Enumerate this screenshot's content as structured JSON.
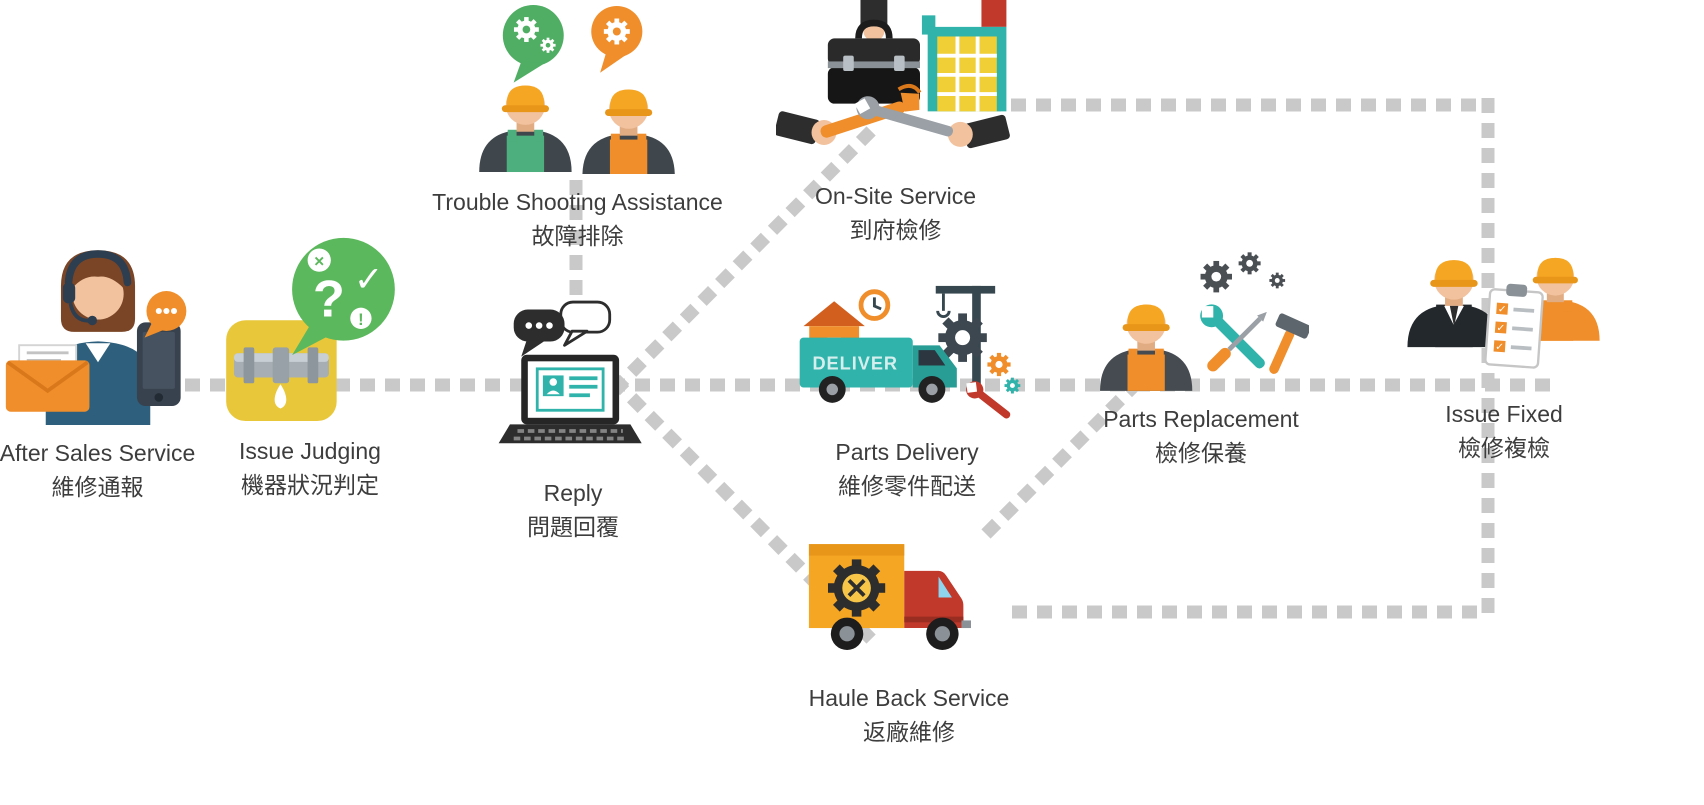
{
  "diagram": {
    "nodes": [
      {
        "id": "after-sales-service",
        "label_en": "After Sales Service",
        "label_zh": "維修通報"
      },
      {
        "id": "issue-judging",
        "label_en": "Issue Judging",
        "label_zh": "機器狀況判定"
      },
      {
        "id": "trouble-shooting-assistance",
        "label_en": "Trouble Shooting Assistance",
        "label_zh": "故障排除"
      },
      {
        "id": "reply",
        "label_en": "Reply",
        "label_zh": "問題回覆"
      },
      {
        "id": "on-site-service",
        "label_en": "On-Site Service",
        "label_zh": "到府檢修"
      },
      {
        "id": "parts-delivery",
        "label_en": "Parts Delivery",
        "label_zh": "維修零件配送"
      },
      {
        "id": "haule-back-service",
        "label_en": "Haule Back Service",
        "label_zh": "返廠維修"
      },
      {
        "id": "parts-replacement",
        "label_en": "Parts Replacement",
        "label_zh": "檢修保養"
      },
      {
        "id": "issue-fixed",
        "label_en": "Issue Fixed",
        "label_zh": "檢修複檢"
      }
    ],
    "truck_text": "DELIVER",
    "glyphs": {
      "question": "?",
      "cross": "×",
      "check": "✓",
      "exclaim": "!"
    },
    "colors": {
      "connector": "#c9c9c9",
      "text": "#3d3d3d",
      "orange": "#ef8e2b",
      "helmet_orange": "#f5a623",
      "teal": "#2fb3ab",
      "green": "#5cb85c",
      "yellow": "#e9c73a",
      "red": "#c0392b",
      "dark": "#2d2d2d",
      "skin": "#f2c29e"
    }
  }
}
